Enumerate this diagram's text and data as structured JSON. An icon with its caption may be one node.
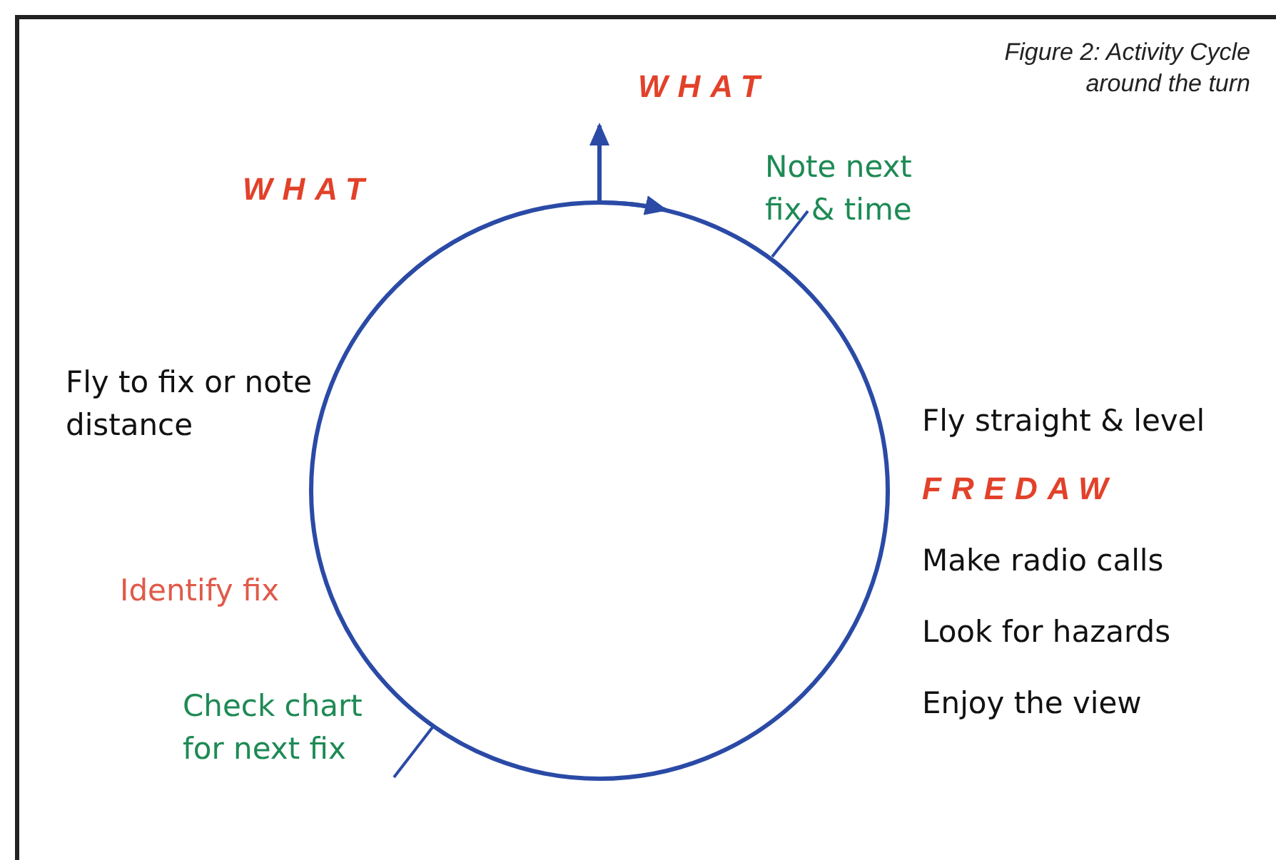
{
  "diagram": {
    "caption": "Figure 2: Activity Cycle around the turn",
    "labels": [
      "WHAT",
      "WHAT",
      "Note next fix & time",
      "Fly to fix or note distance",
      "Fly straight & level",
      "FREDAW",
      "Make radio calls",
      "Look for hazards",
      "Identify fix",
      "Enjoy the view",
      "Check chart for next fix"
    ]
  }
}
